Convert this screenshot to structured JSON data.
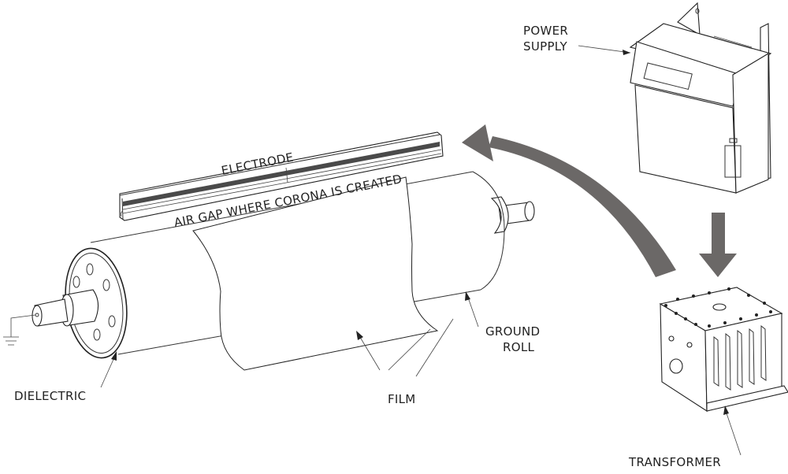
{
  "diagram": {
    "title": "Corona treatment system",
    "labels": {
      "power_supply_line1": "POWER",
      "power_supply_line2": "SUPPLY",
      "electrode": "ELECTRODE",
      "air_gap": "AIR GAP WHERE CORONA IS CREATED",
      "dielectric": "DIELECTRIC",
      "film": "FILM",
      "ground_roll_line1": "GROUND",
      "ground_roll_line2": "ROLL",
      "transformer": "TRANSFORMER"
    },
    "components": [
      "power-supply",
      "transformer",
      "electrode",
      "ground-roll",
      "film",
      "dielectric",
      "ground-symbol"
    ],
    "flow": [
      {
        "from": "power-supply",
        "to": "transformer"
      },
      {
        "from": "transformer",
        "to": "electrode"
      }
    ],
    "colors": {
      "arrow": "#6b6867",
      "line": "#333333",
      "text": "#222222",
      "electrode_strip": "#4a4a4a"
    }
  }
}
